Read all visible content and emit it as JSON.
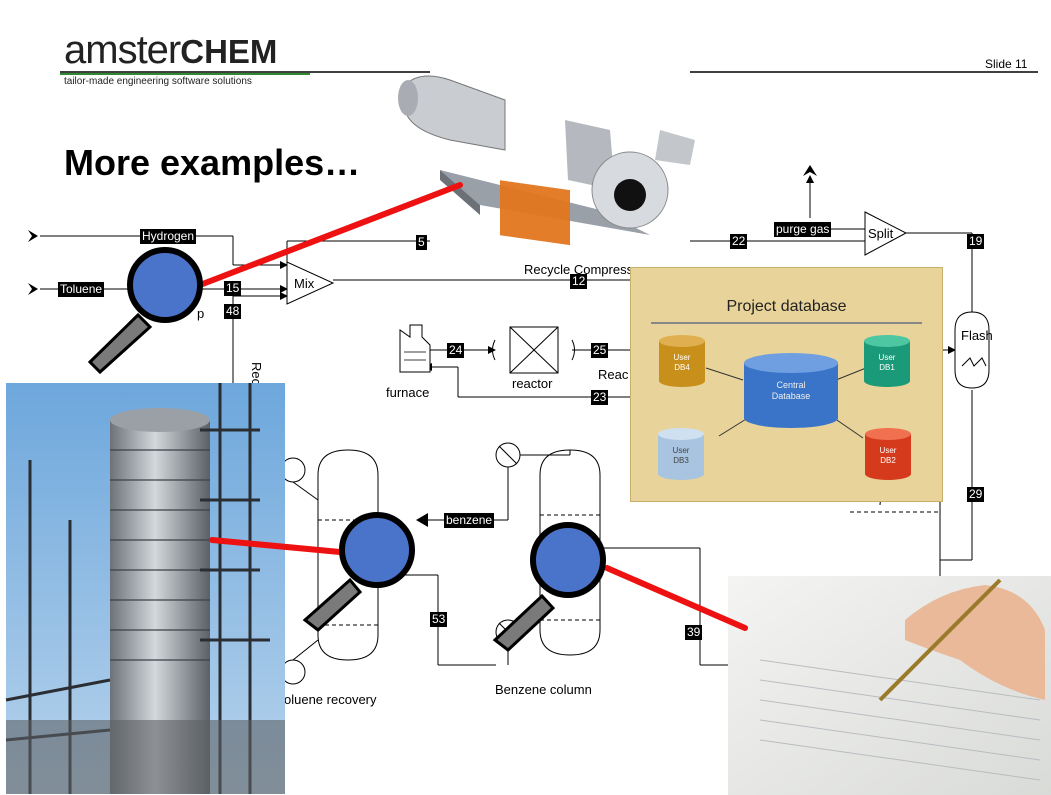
{
  "header": {
    "logo_text": "amster",
    "logo_text_bold": "CHEM",
    "logo_tagline": "tailor-made engineering software solutions",
    "slide_number": "Slide 11"
  },
  "title": "More examples…",
  "flowsheet": {
    "stream_labels": {
      "hydrogen": "Hydrogen",
      "toluene": "Toluene",
      "purge_gas": "purge gas",
      "benzene": "benzene"
    },
    "unit_labels": {
      "mix": "Mix",
      "split": "Split",
      "flash": "Flash",
      "reactor": "reactor",
      "furnace": "furnace",
      "recycle_compressor": "Recycle Compressor",
      "reac_partial": "Reac",
      "recy_partial": "Recy",
      "p_partial": "p",
      "toluene_recovery": "oluene recovery",
      "benzene_column": "Benzene column"
    },
    "stream_numbers": [
      "5",
      "22",
      "19",
      "12",
      "15",
      "48",
      "24",
      "25",
      "23",
      "29",
      "53",
      "39"
    ]
  },
  "overlays": {
    "project_database": {
      "title": "Project database",
      "central": "Central\nDatabase",
      "db1": "User\nDB1",
      "db2": "User\nDB2",
      "db3": "User\nDB3",
      "db4": "User\nDB4"
    }
  },
  "colors": {
    "magnifier_lens": "#4a74c9",
    "pointer_line": "#ee1111",
    "db_background": "#e8d49a",
    "central_db": "#3a74c8",
    "db1": "#1a9a78",
    "db2": "#d63a1c",
    "db3": "#a9c4e0",
    "db4": "#c8901a"
  },
  "icons": [
    "magnifier-icon",
    "arrow-icon",
    "pump-photo",
    "column-photo",
    "writing-photo"
  ]
}
